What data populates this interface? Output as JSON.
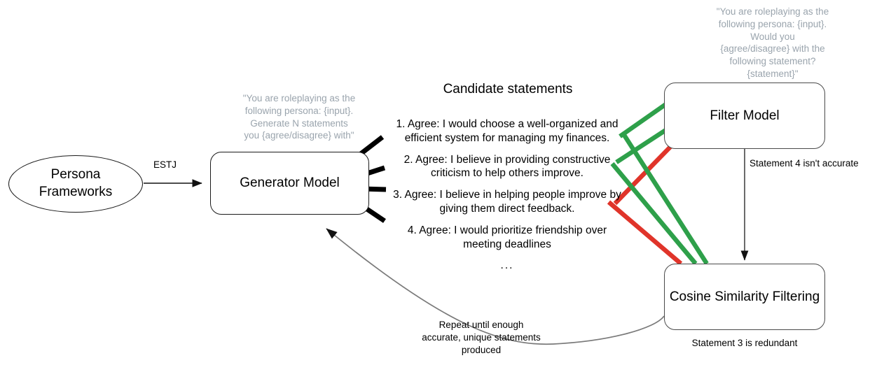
{
  "diagram": {
    "title_visible": false,
    "colors": {
      "accept_green": "#2ea04a",
      "reject_red": "#e0342a",
      "note_gray": "#9aa4ad",
      "edge_gray": "#6f6f6f",
      "stroke_black": "#1a1a1a"
    }
  },
  "nodes": {
    "persona": {
      "label": "Persona\nFrameworks",
      "line1": "Persona",
      "line2": "Frameworks"
    },
    "generator": {
      "label": "Generator Model"
    },
    "filter": {
      "label": "Filter Model"
    },
    "cosine": {
      "label": "Cosine Similarity Filtering"
    }
  },
  "notes": {
    "generator_prompt": "\"You are roleplaying as the following persona: {input}. Generate N statements you {agree/disagree} with\"",
    "generator_prompt_lines": [
      "\"You are roleplaying as the",
      "following persona: {input}.",
      "Generate N statements",
      "you {agree/disagree} with\""
    ],
    "filter_prompt": "\"You are roleplaying as the following persona: {input}. Would you {agree/disagree} with the following statement? {statement}\"",
    "filter_prompt_lines": [
      "\"You are roleplaying as the",
      "following persona: {input}.",
      "Would you",
      "{agree/disagree} with the",
      "following statement?",
      "{statement}\""
    ]
  },
  "edges": {
    "persona_to_generator_label": "ESTJ",
    "filter_to_cosine_label": "Statement 4 isn't accurate",
    "cosine_caption": "Statement 3 is redundant",
    "feedback_label_lines": [
      "Repeat until enough",
      "accurate, unique statements",
      "produced"
    ],
    "feedback_label": "Repeat until enough accurate, unique statements produced"
  },
  "candidates": {
    "heading": "Candidate statements",
    "items": [
      "1. Agree: I would choose a well-organized and efficient system for managing my finances.",
      "2. Agree: I believe in providing constructive criticism to help others improve.",
      "3. Agree: I believe in helping people improve by giving them direct feedback.",
      "4. Agree: I would prioritize friendship over meeting deadlines"
    ],
    "ellipsis": "..."
  }
}
